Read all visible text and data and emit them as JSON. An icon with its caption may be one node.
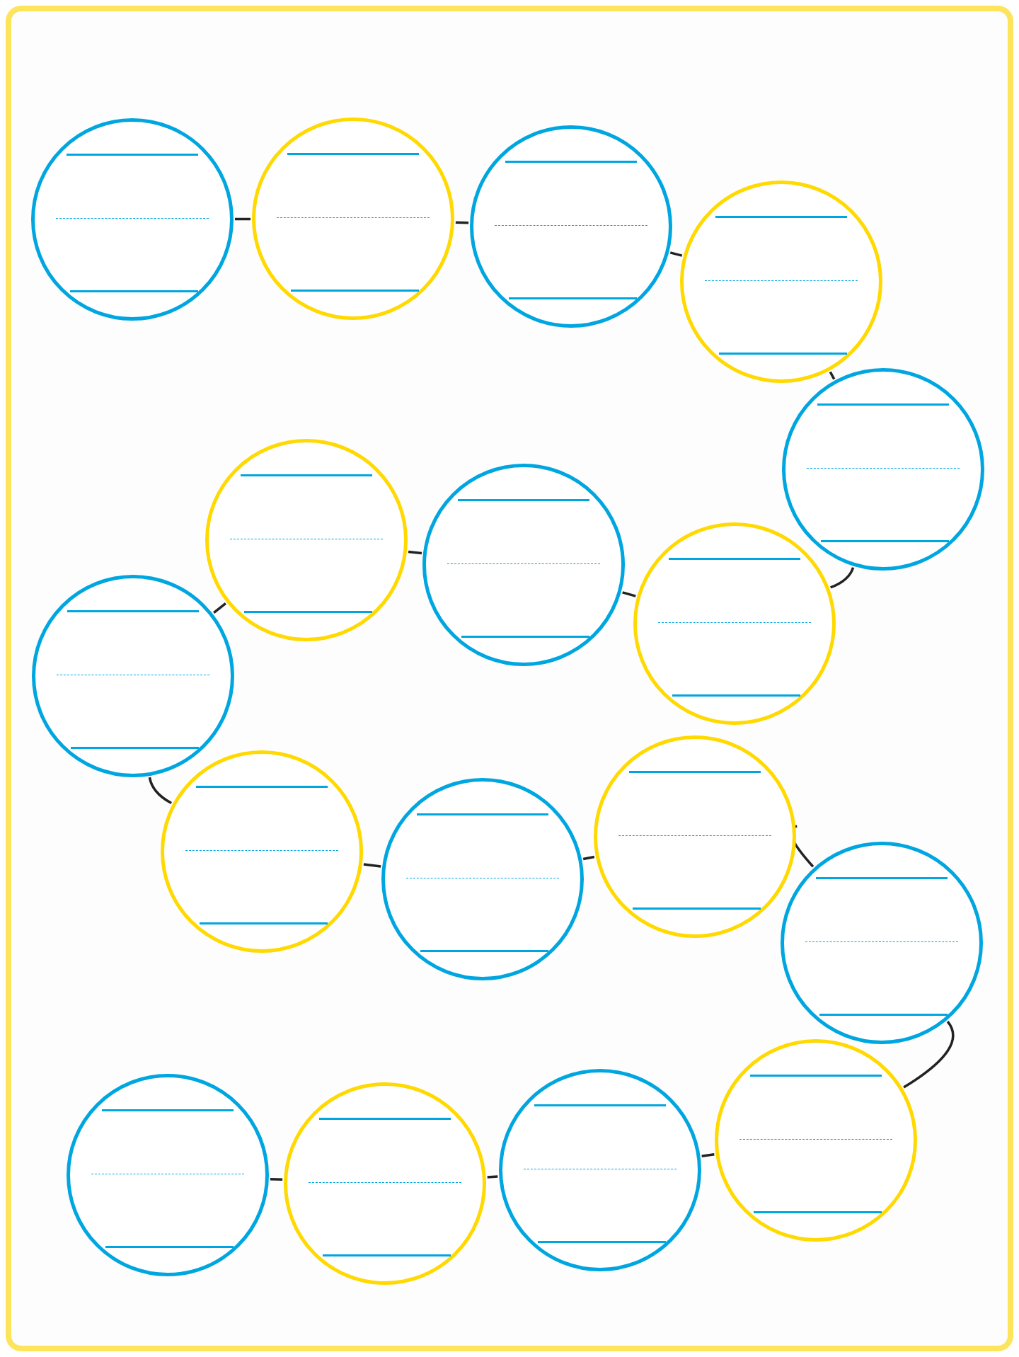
{
  "diagram": {
    "nodes": [
      {
        "text": [],
        "shape": "circle"
      },
      {
        "text": [],
        "shape": "circle"
      },
      {
        "text": [],
        "shape": "circle"
      },
      {
        "text": [],
        "shape": "circle"
      },
      {
        "text": [],
        "shape": "circle"
      },
      {
        "text": [],
        "shape": "circle"
      },
      {
        "text": [],
        "shape": "circle"
      },
      {
        "text": [],
        "shape": "circle"
      },
      {
        "text": [],
        "shape": "circle"
      },
      {
        "text": [],
        "shape": "circle"
      },
      {
        "text": [],
        "shape": "circle"
      },
      {
        "text": [],
        "shape": "circle"
      },
      {
        "text": [],
        "shape": "circle"
      },
      {
        "text": [],
        "shape": "circle"
      },
      {
        "text": [],
        "shape": "circle"
      },
      {
        "text": [],
        "shape": "circle"
      },
      {
        "text": [],
        "shape": "circle"
      }
    ],
    "edges": [
      {
        "from": 0,
        "to": 1,
        "arrow": "none"
      },
      {
        "from": 1,
        "to": 2,
        "arrow": "none"
      },
      {
        "from": 2,
        "to": 3,
        "arrow": "none"
      },
      {
        "from": 3,
        "to": 4,
        "arrow": "none"
      },
      {
        "from": 4,
        "to": 5,
        "arrow": "none"
      },
      {
        "from": 5,
        "to": 6,
        "arrow": "none"
      },
      {
        "from": 6,
        "to": 7,
        "arrow": "none"
      },
      {
        "from": 7,
        "to": 8,
        "arrow": "none"
      },
      {
        "from": 8,
        "to": 9,
        "arrow": "none"
      },
      {
        "from": 9,
        "to": 10,
        "arrow": "none"
      },
      {
        "from": 10,
        "to": 11,
        "arrow": "none"
      },
      {
        "from": 11,
        "to": 12,
        "arrow": "none"
      },
      {
        "from": 12,
        "to": 13,
        "arrow": "none"
      },
      {
        "from": 13,
        "to": 14,
        "arrow": "none"
      },
      {
        "from": 14,
        "to": 15,
        "arrow": "none"
      },
      {
        "from": 15,
        "to": 16,
        "arrow": "none"
      }
    ]
  }
}
